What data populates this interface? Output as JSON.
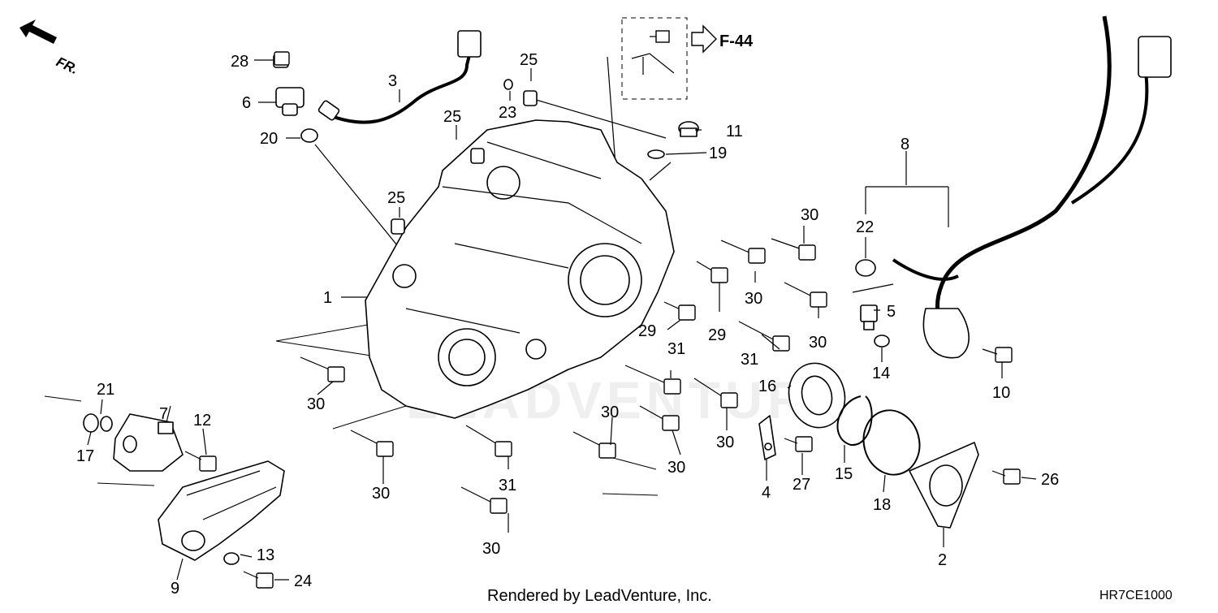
{
  "direction": {
    "text": "FR."
  },
  "reference": {
    "text": "F-44"
  },
  "labels": {
    "l1": "1",
    "l2": "2",
    "l3": "3",
    "l4": "4",
    "l5": "5",
    "l6": "6",
    "l7": "7",
    "l8": "8",
    "l9": "9",
    "l10": "10",
    "l11": "11",
    "l12": "12",
    "l13": "13",
    "l14": "14",
    "l15": "15",
    "l16": "16",
    "l17": "17",
    "l18": "18",
    "l19": "19",
    "l20": "20",
    "l21": "21",
    "l22": "22",
    "l23": "23",
    "l24": "24",
    "l25a": "25",
    "l25b": "25",
    "l25c": "25",
    "l26": "26",
    "l27": "27",
    "l28": "28",
    "l29a": "29",
    "l29b": "29",
    "l30a": "30",
    "l30b": "30",
    "l30c": "30",
    "l30d": "30",
    "l30e": "30",
    "l30f": "30",
    "l30g": "30",
    "l30h": "30",
    "l30i": "30",
    "l31a": "31",
    "l31b": "31",
    "l31c": "31"
  },
  "footer": {
    "credit": "Rendered by LeadVenture, Inc.",
    "diagram_code": "HR7CE1000"
  },
  "watermark": "LEADVENTURE",
  "colors": {
    "ink": "#000000",
    "paper": "#ffffff",
    "shade": "#e9e9e9",
    "watermark": "#efefef"
  }
}
